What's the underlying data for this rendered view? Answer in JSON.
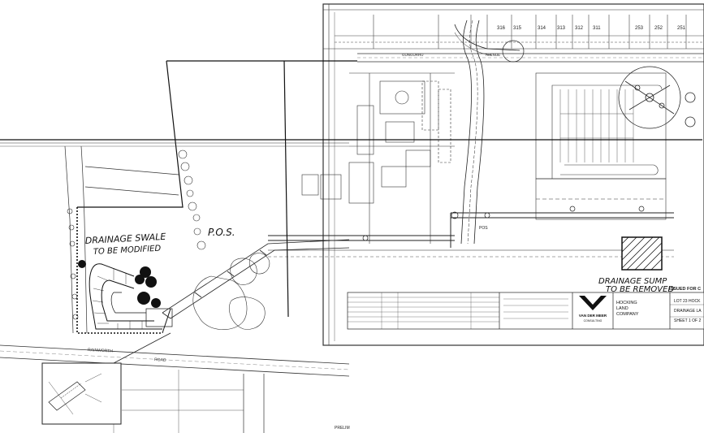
{
  "annotations": {
    "swale_line1": "DRAINAGE SWALE",
    "swale_line2": "TO BE MODIFIED",
    "pos": "P.O.S.",
    "sump_line1": "DRAINAGE SUMP",
    "sump_line2": "TO BE REMOVED"
  },
  "labels": {
    "road_name": "RAINWORTH",
    "road": "ROAD",
    "street_top": "GUNGURRU",
    "avenue_top": "AVENUE",
    "issued": "ISSUED FOR C",
    "prelim": "PRELIM",
    "pos_small": "POS",
    "lot_numbers": [
      "316",
      "315",
      "314",
      "313",
      "312",
      "311",
      "253",
      "252",
      "251"
    ]
  },
  "title_block": {
    "firm_name": "VAN DER MEER",
    "firm_sub": "CONSULTING",
    "client_line1": "HOCKING",
    "client_line2": "LAND",
    "client_line3": "COMPANY",
    "project": "LOT 23 HOCK",
    "drawing_line1": "DRAINAGE LA",
    "drawing_line2": "SHEET 1 OF 2"
  }
}
